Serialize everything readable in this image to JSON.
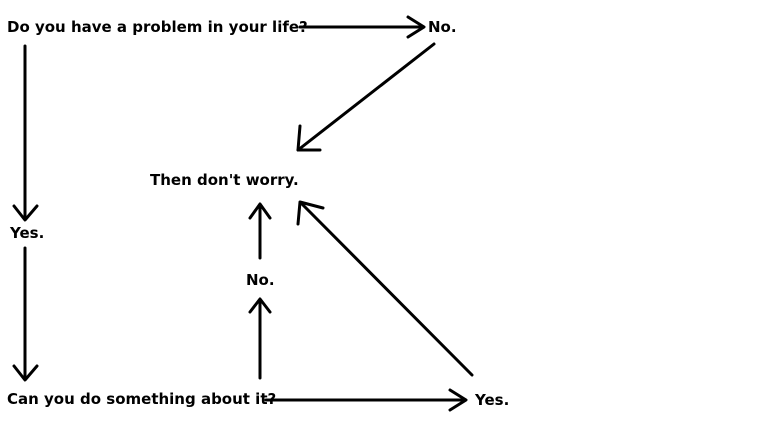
{
  "nodes": {
    "problem_question": "Do you have a problem in your life?",
    "no_top": "No.",
    "dont_worry": "Then don't worry.",
    "yes_left": "Yes.",
    "no_middle": "No.",
    "action_question": "Can you do something about it?",
    "yes_bottom": "Yes."
  },
  "colors": {
    "line": "#000000",
    "text": "#000000",
    "background": "#ffffff"
  }
}
